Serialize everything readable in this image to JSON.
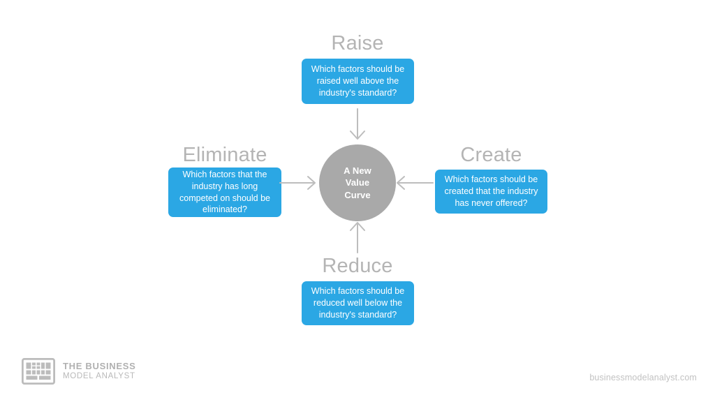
{
  "diagram": {
    "center": {
      "label": "A New\nValue\nCurve",
      "color": "#a9a9a9"
    },
    "accent_color": "#2ba7e4",
    "heading_color": "#b4b4b4",
    "quadrants": [
      {
        "id": "raise",
        "heading": "Raise",
        "question": "Which factors should be raised well above the industry's standard?",
        "arrow": "arrow-down-icon"
      },
      {
        "id": "eliminate",
        "heading": "Eliminate",
        "question": "Which factors that the industry has long competed on should be eliminated?",
        "arrow": "arrow-right-icon"
      },
      {
        "id": "create",
        "heading": "Create",
        "question": "Which factors should be created that the industry has never offered?",
        "arrow": "arrow-left-icon"
      },
      {
        "id": "reduce",
        "heading": "Reduce",
        "question": "Which factors should be reduced well below the industry's standard?",
        "arrow": "arrow-up-icon"
      }
    ]
  },
  "footer": {
    "brand_line1": "THE BUSINESS",
    "brand_line2": "MODEL ANALYST",
    "url": "businessmodelanalyst.com",
    "brand_color": "#b0b0b0"
  }
}
